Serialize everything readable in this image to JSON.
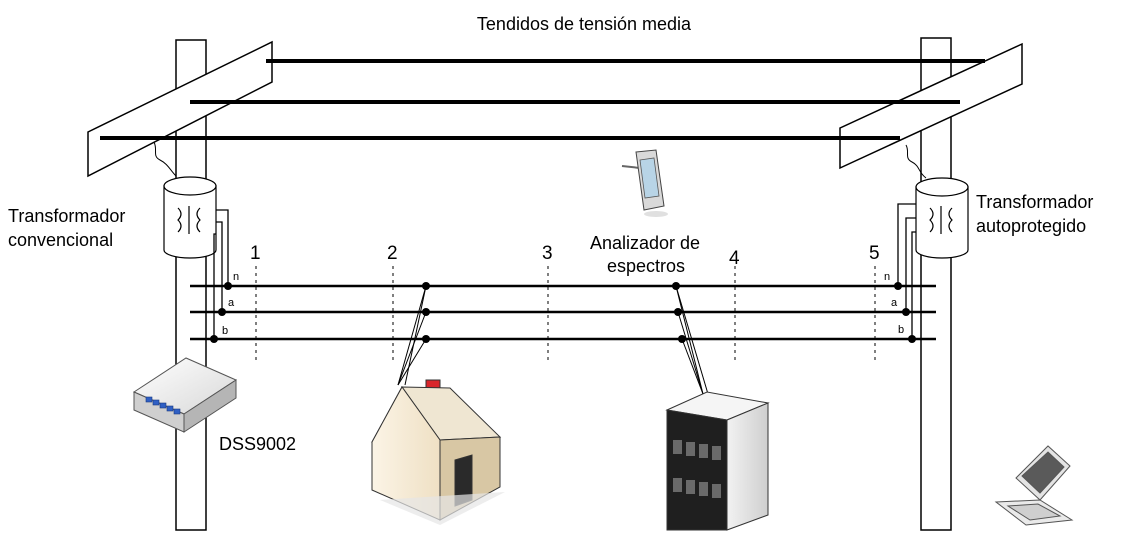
{
  "title": "Tendidos de tensión media",
  "transformers": {
    "left": {
      "line1": "Transformador",
      "line2": "convencional"
    },
    "right": {
      "line1": "Transformador",
      "line2": "autoprotegido"
    }
  },
  "analyzer": {
    "line1": "Analizador de",
    "line2": "espectros"
  },
  "device_label": "DSS9002",
  "measure_points": [
    "1",
    "2",
    "3",
    "4",
    "5"
  ],
  "phase_labels": {
    "neutral": "n",
    "phase_a": "a",
    "phase_b": "b"
  }
}
